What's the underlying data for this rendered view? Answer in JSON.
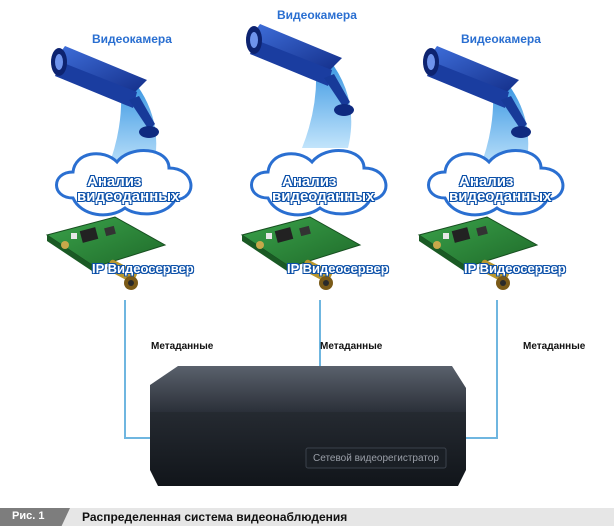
{
  "cameras": [
    {
      "label": "Видеокамера",
      "cloud_line1": "Анализ",
      "cloud_line2": "видеоданных",
      "server_label": "IP Видеосервер",
      "metadata_label": "Метаданные"
    },
    {
      "label": "Видеокамера",
      "cloud_line1": "Анализ",
      "cloud_line2": "видеоданных",
      "server_label": "IP Видеосервер",
      "metadata_label": "Метаданные"
    },
    {
      "label": "Видеокамера",
      "cloud_line1": "Анализ",
      "cloud_line2": "видеоданных",
      "server_label": "IP Видеосервер",
      "metadata_label": "Метаданные"
    }
  ],
  "nvr": {
    "label": "Сетевой видеорегистратор"
  },
  "caption": {
    "tag": "Рис. 1",
    "text": "Распределенная система видеонаблюдения"
  },
  "colors": {
    "camera_blue": "#1f4fb8",
    "cloud_stroke": "#2a6fd1",
    "link_line": "#6fb6e0",
    "board_green": "#2e8b3a",
    "nvr_body": "#2a3038"
  },
  "icons": {
    "camera": "cctv-camera-icon",
    "board": "circuit-board-icon",
    "cloud": "cloud-icon",
    "nvr": "network-video-recorder-icon"
  }
}
